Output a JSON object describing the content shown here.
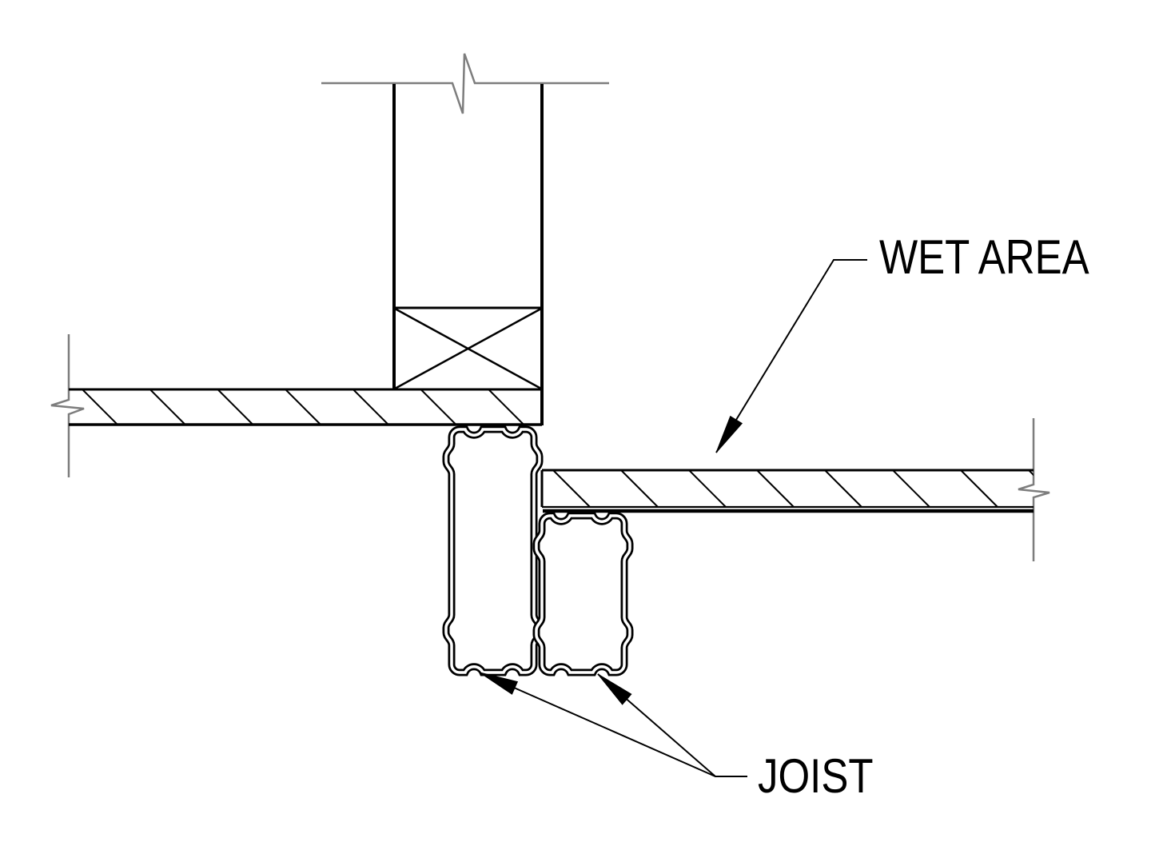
{
  "diagram": {
    "type": "construction-detail-section",
    "labels": {
      "wet_area": "WET AREA",
      "joist": "JOIST"
    },
    "colors": {
      "line": "#000000",
      "break_line": "#7d7d7d",
      "background": "#ffffff"
    },
    "annotations": [
      {
        "label": "WET AREA",
        "points_to": "set-down floor slab right of wall"
      },
      {
        "label": "JOIST",
        "points_to": "two metal joist sections below floor"
      }
    ]
  }
}
